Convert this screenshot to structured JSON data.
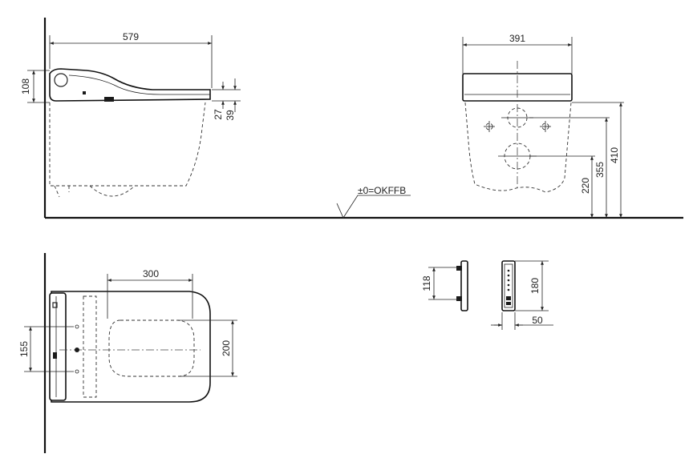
{
  "colors": {
    "line": "#222222",
    "background": "#ffffff"
  },
  "side_view": {
    "length": "579",
    "seat_height": "108",
    "dim_27": "27",
    "dim_39": "39"
  },
  "front_view": {
    "width": "391",
    "dim_220": "220",
    "dim_355": "355",
    "dim_410": "410"
  },
  "floor_reference": {
    "label": "±0=OKFFB"
  },
  "top_view": {
    "dim_300": "300",
    "dim_200": "200",
    "dim_155": "155"
  },
  "remote_side": {
    "height": "118"
  },
  "remote_front": {
    "height": "180",
    "width": "50"
  }
}
